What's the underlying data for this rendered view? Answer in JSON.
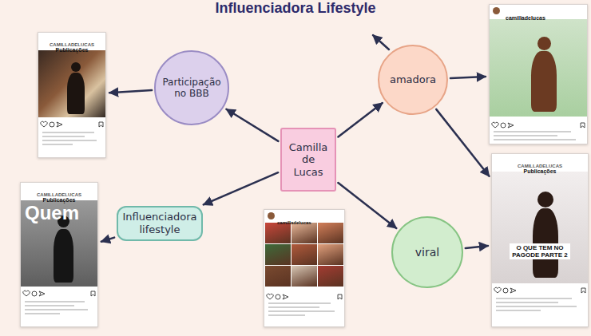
{
  "diagram": {
    "title": "Influenciadora Lifestyle",
    "nodes": [
      {
        "text": [
          "CAMILLADELUCAS",
          "Publicações"
        ]
      },
      {
        "text": [
          "Participação no BBB"
        ]
      },
      {
        "text": [
          "amadora"
        ]
      },
      {
        "text": [
          "camilladelucas"
        ]
      },
      {
        "text": [
          "Camilla de Lucas"
        ]
      },
      {
        "text": [
          "CAMILLADELUCAS",
          "Publicações",
          "O QUE TEM NO PAGODE PARTE 2"
        ]
      },
      {
        "text": [
          "Influenciadora lifestyle"
        ]
      },
      {
        "text": [
          "camilladelucas"
        ]
      },
      {
        "text": [
          "viral"
        ]
      },
      {
        "text": [
          "CAMILLADELUCAS",
          "Publicações",
          "Quem"
        ]
      }
    ],
    "edges": [
      {
        "from": 4,
        "to": 1,
        "arrow": "to"
      },
      {
        "from": 1,
        "to": 0,
        "arrow": "to"
      },
      {
        "from": 4,
        "to": 2,
        "arrow": "to"
      },
      {
        "from": 2,
        "to": 3,
        "arrow": "to"
      },
      {
        "from": 2,
        "to": 5,
        "arrow": "to"
      },
      {
        "from": 4,
        "to": 6,
        "arrow": "to"
      },
      {
        "from": 6,
        "to": 9,
        "arrow": "to"
      },
      {
        "from": 4,
        "to": 8,
        "arrow": "to"
      },
      {
        "from": 8,
        "to": 5,
        "arrow": "to"
      }
    ]
  }
}
